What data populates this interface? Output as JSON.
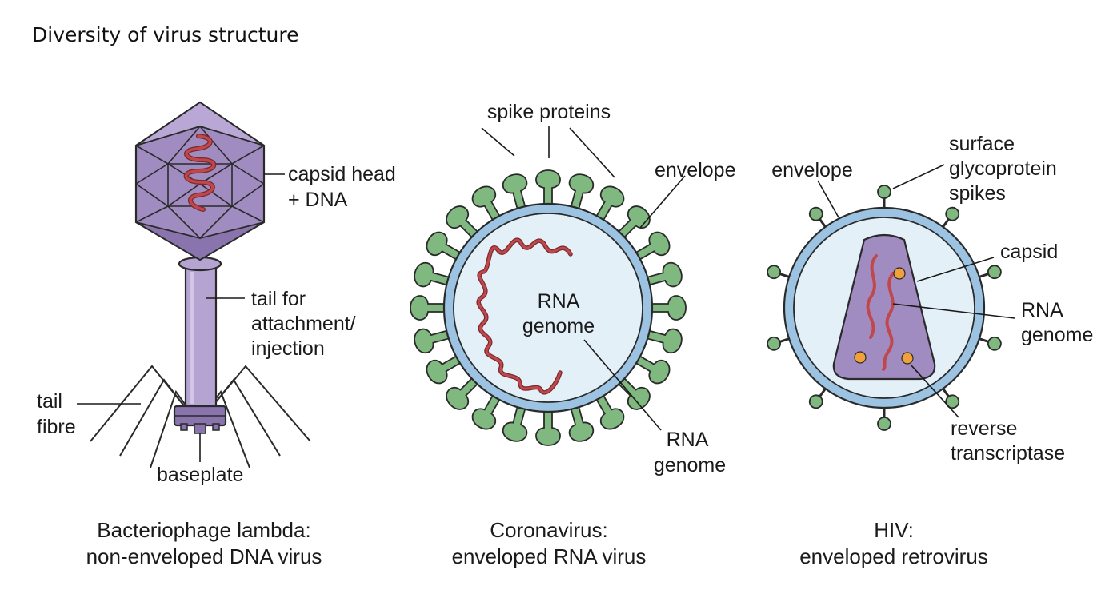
{
  "title": "Diversity of virus structure",
  "panels": {
    "phage": {
      "caption_line1": "Bacteriophage lambda:",
      "caption_line2": "non-enveloped DNA virus",
      "capsid_line1": "capsid head",
      "capsid_line2": "+ DNA",
      "tail_line1": "tail for",
      "tail_line2": "attachment/",
      "tail_line3": "injection",
      "fibre_line1": "tail",
      "fibre_line2": "fibre",
      "baseplate": "baseplate"
    },
    "corona": {
      "caption_line1": "Coronavirus:",
      "caption_line2": "enveloped RNA virus",
      "spikes": "spike proteins",
      "envelope": "envelope",
      "inner_line1": "RNA",
      "inner_line2": "genome",
      "outer_line1": "RNA",
      "outer_line2": "genome"
    },
    "hiv": {
      "caption_line1": "HIV:",
      "caption_line2": "enveloped retrovirus",
      "envelope": "envelope",
      "spikes_line1": "surface",
      "spikes_line2": "glycoprotein",
      "spikes_line3": "spikes",
      "capsid": "capsid",
      "rna_line1": "RNA",
      "rna_line2": "genome",
      "rt_line1": "reverse",
      "rt_line2": "transcriptase"
    }
  },
  "colors": {
    "capsid_purple": "#a08cc0",
    "capsid_dark": "#8a74ad",
    "spike_green": "#7fb97f",
    "envelope_blue": "#9cc4e2",
    "interior_blue": "#e4f0f8",
    "genome_red": "#c0484c",
    "enzyme_orange": "#f2a03a"
  }
}
